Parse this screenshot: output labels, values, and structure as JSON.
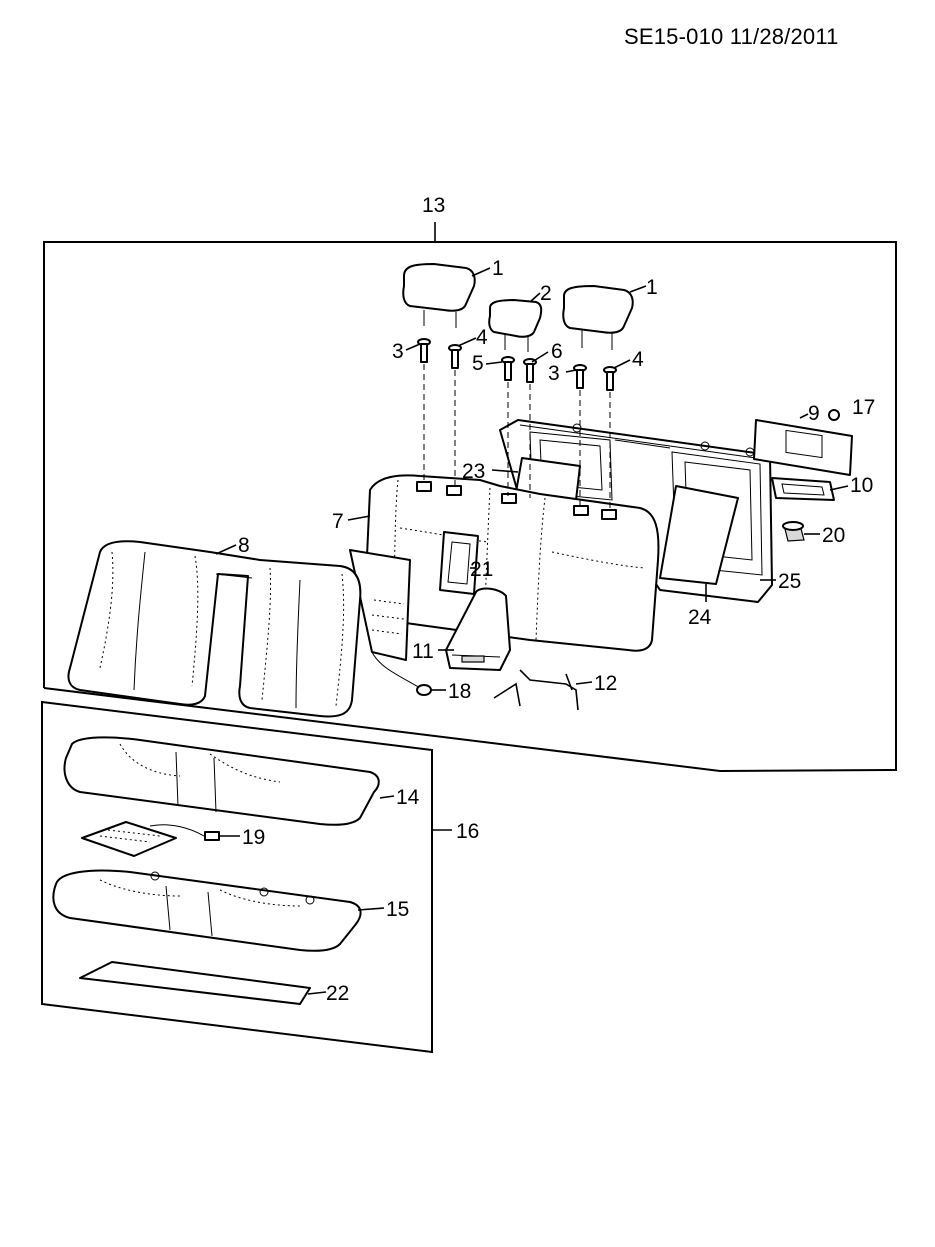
{
  "header": {
    "reference": "SE15-010 11/28/2011"
  },
  "callouts": {
    "c1a": "1",
    "c1b": "1",
    "c2": "2",
    "c3a": "3",
    "c3b": "3",
    "c4a": "4",
    "c4b": "4",
    "c5": "5",
    "c6": "6",
    "c7": "7",
    "c8": "8",
    "c9": "9",
    "c10": "10",
    "c11": "11",
    "c12": "12",
    "c13": "13",
    "c14": "14",
    "c15": "15",
    "c16": "16",
    "c17": "17",
    "c18": "18",
    "c19": "19",
    "c20": "20",
    "c21": "21",
    "c22": "22",
    "c23": "23",
    "c24": "24",
    "c25": "25"
  }
}
